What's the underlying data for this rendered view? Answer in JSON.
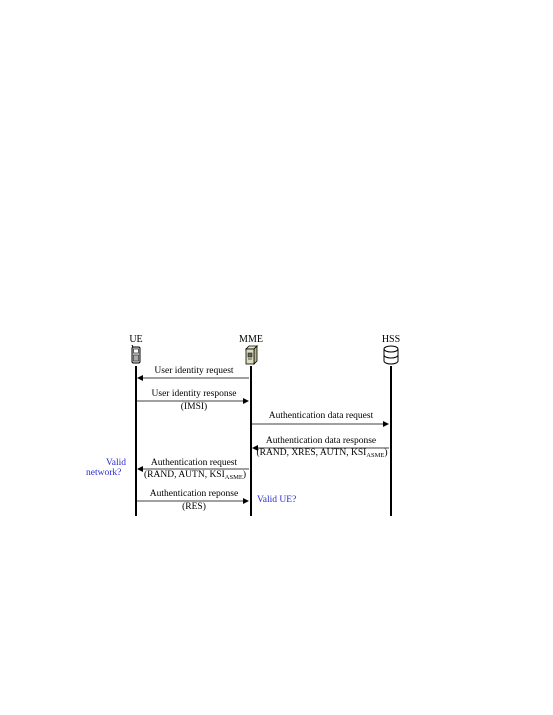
{
  "entities": {
    "ue": "UE",
    "mme": "MME",
    "hss": "HSS"
  },
  "messages": {
    "m1": {
      "line1": "User identity request"
    },
    "m2": {
      "line1": "User identity response",
      "line2": "(IMSI)"
    },
    "m3": {
      "line1": "Authentication data request"
    },
    "m4": {
      "line1": "Authentication data response",
      "line2_prefix": "(RAND, XRES, AUTN, KSI",
      "line2_sub": "ASME",
      "line2_suffix": ")"
    },
    "m5": {
      "line1": "Authentication request",
      "line2_prefix": "(RAND, AUTN, KSI",
      "line2_sub": "ASME",
      "line2_suffix": ")"
    },
    "m6": {
      "line1": "Authentication reponse",
      "line2": "(RES)"
    }
  },
  "notes": {
    "valid_network_1": "Valid",
    "valid_network_2": "network?",
    "valid_ue": "Valid UE?"
  }
}
